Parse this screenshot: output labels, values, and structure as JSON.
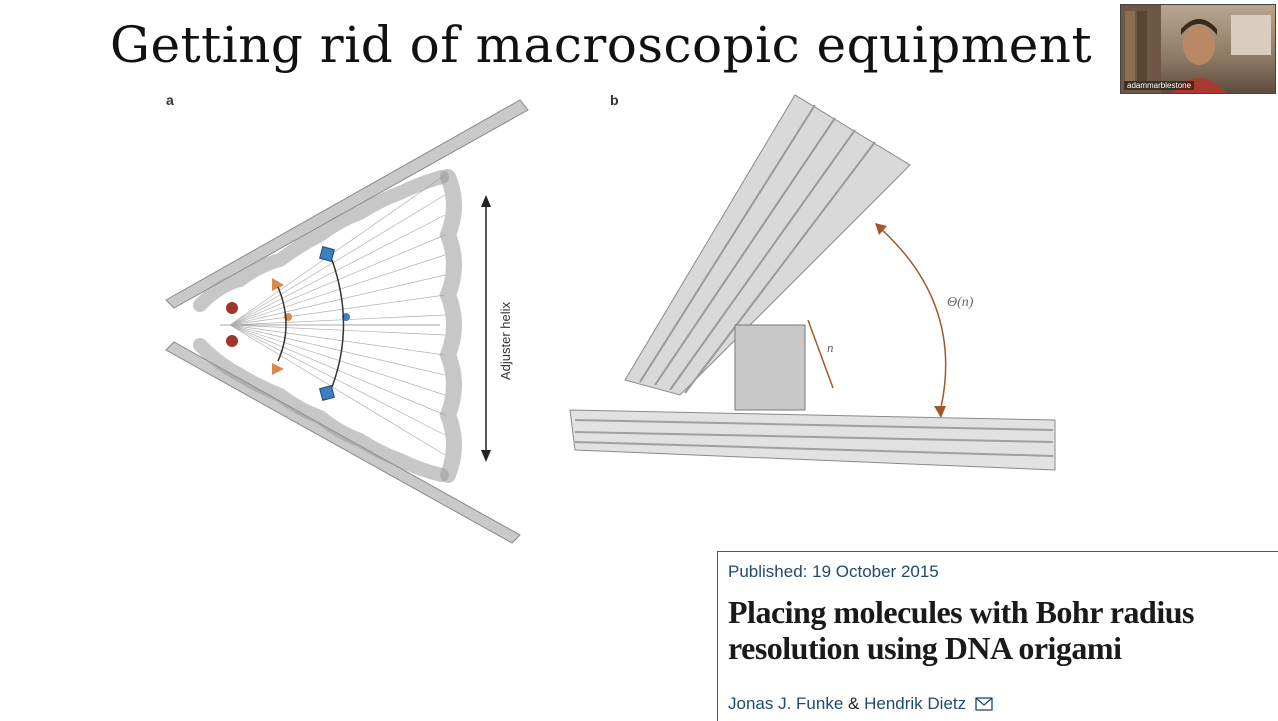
{
  "slide": {
    "title": "Getting rid of macroscopic equipment",
    "panel_a_label": "a",
    "panel_b_label": "b",
    "adjuster_label": "Adjuster helix",
    "n_label": "n",
    "theta_label": "Θ(n)"
  },
  "webcam": {
    "participant_name": "adammarblestone"
  },
  "paper": {
    "published": "Published: 19 October 2015",
    "title": "Placing molecules with Bohr radius resolution using DNA origami",
    "author1": "Jonas J. Funke",
    "separator": "&",
    "author2": "Hendrik Dietz",
    "mail_icon": "envelope-icon"
  },
  "colors": {
    "orange_marker": "#d88a4a",
    "blue_marker": "#3f7fc0",
    "red_marker": "#a0352b",
    "link_blue": "#214b6d"
  }
}
